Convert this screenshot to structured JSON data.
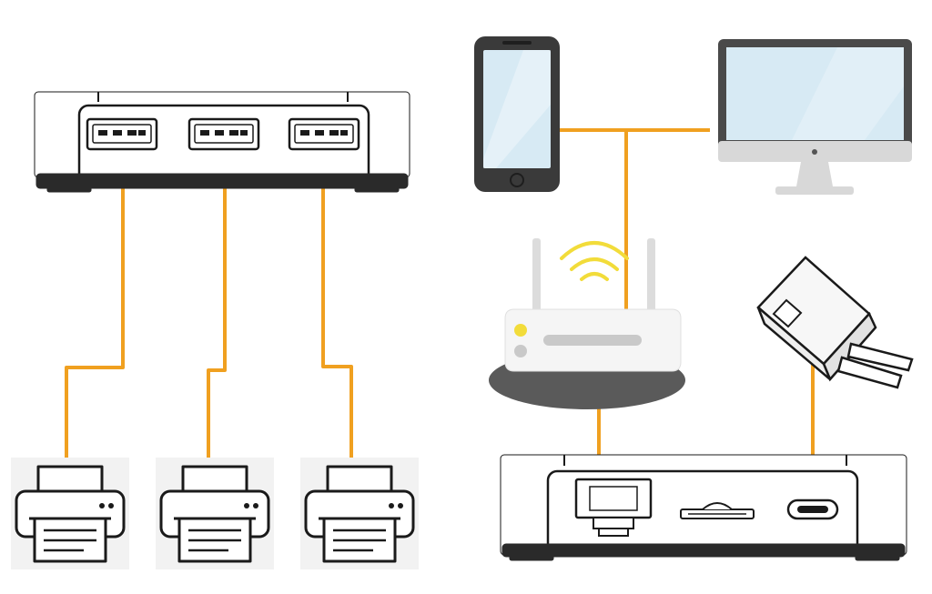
{
  "diagram": {
    "colors": {
      "wire": "#f0a020",
      "outline": "#1a1a1a",
      "device_body": "#ffffff",
      "device_base": "#2a2a2a",
      "screen": "#d7eaf4",
      "panel_bg": "#f2f2f2",
      "wifi": "#f2dc3a",
      "router_led": "#f2dc3a",
      "router_base": "#5a5a5a",
      "phone_body": "#3a3a3a",
      "monitor_frame": "#4a4a4a",
      "monitor_stand": "#d8d8d8"
    },
    "devices": [
      {
        "id": "usb-hub",
        "icon": "usb-hub-icon"
      },
      {
        "id": "usb-port-1",
        "icon": "usb-port-icon"
      },
      {
        "id": "usb-port-2",
        "icon": "usb-port-icon"
      },
      {
        "id": "usb-port-3",
        "icon": "usb-port-icon"
      },
      {
        "id": "printer-1",
        "icon": "printer-icon"
      },
      {
        "id": "printer-2",
        "icon": "printer-icon"
      },
      {
        "id": "printer-3",
        "icon": "printer-icon"
      },
      {
        "id": "smartphone",
        "icon": "smartphone-icon"
      },
      {
        "id": "desktop-monitor",
        "icon": "monitor-icon"
      },
      {
        "id": "wifi-router",
        "icon": "router-icon"
      },
      {
        "id": "wifi-signal",
        "icon": "wifi-icon"
      },
      {
        "id": "power-adapter",
        "icon": "power-adapter-icon"
      },
      {
        "id": "server-box",
        "icon": "server-box-icon"
      },
      {
        "id": "ethernet-port",
        "icon": "ethernet-port-icon"
      },
      {
        "id": "sd-card-slot",
        "icon": "sd-card-slot-icon"
      },
      {
        "id": "usb-c-port",
        "icon": "usb-c-port-icon"
      }
    ],
    "connections": [
      {
        "from": "usb-port-1",
        "to": "printer-1"
      },
      {
        "from": "usb-port-2",
        "to": "printer-2"
      },
      {
        "from": "usb-port-3",
        "to": "printer-3"
      },
      {
        "from": "smartphone",
        "to": "desktop-monitor"
      },
      {
        "from": "smartphone",
        "to": "wifi-router"
      },
      {
        "from": "wifi-router",
        "to": "ethernet-port"
      },
      {
        "from": "power-adapter",
        "to": "usb-c-port"
      }
    ]
  }
}
